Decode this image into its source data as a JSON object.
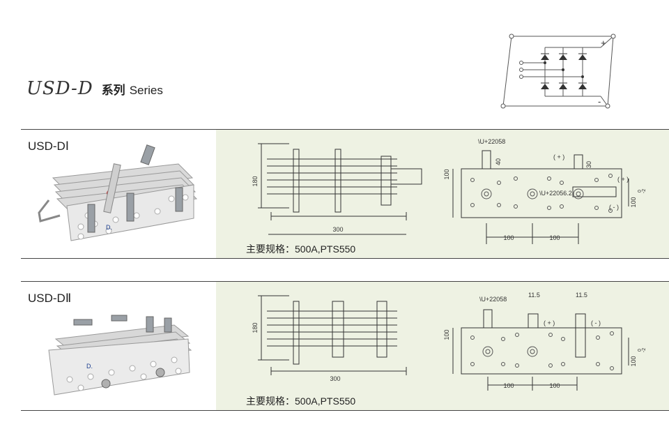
{
  "header": {
    "script_title": "USD-D",
    "cn_title": "系列",
    "en_title": "Series"
  },
  "schematic": {
    "plus": "+",
    "minus": "-"
  },
  "products": [
    {
      "label": "USD-DⅠ",
      "spec": "主要规格：500A,PTS550",
      "front": {
        "dim_height": "180",
        "dim_width": "300"
      },
      "top": {
        "hole_note": "\\U+22058",
        "hole_note2": "\\U+22056.2",
        "dim_term_left": "40",
        "dim_term_right": "30",
        "dim_height": "100",
        "dim_pitch_a": "100",
        "dim_pitch_b": "100",
        "tol_label": "100",
        "tol_top": "0",
        "tol_bottom": "-2",
        "pos_mark": "( + )",
        "pos_mark2": "( + )",
        "neg_mark": "( - )"
      }
    },
    {
      "label": "USD-DⅡ",
      "spec": "主要规格：500A,PTS550",
      "front": {
        "dim_height": "180",
        "dim_width": "300"
      },
      "top": {
        "hole_note": "\\U+22058",
        "dim_term_a": "11.5",
        "dim_term_b": "11.5",
        "dim_height": "100",
        "dim_pitch_a": "100",
        "dim_pitch_b": "100",
        "tol_label": "100",
        "tol_top": "0",
        "tol_bottom": "-2",
        "pos_mark": "( + )",
        "neg_mark": "( - )"
      }
    }
  ]
}
